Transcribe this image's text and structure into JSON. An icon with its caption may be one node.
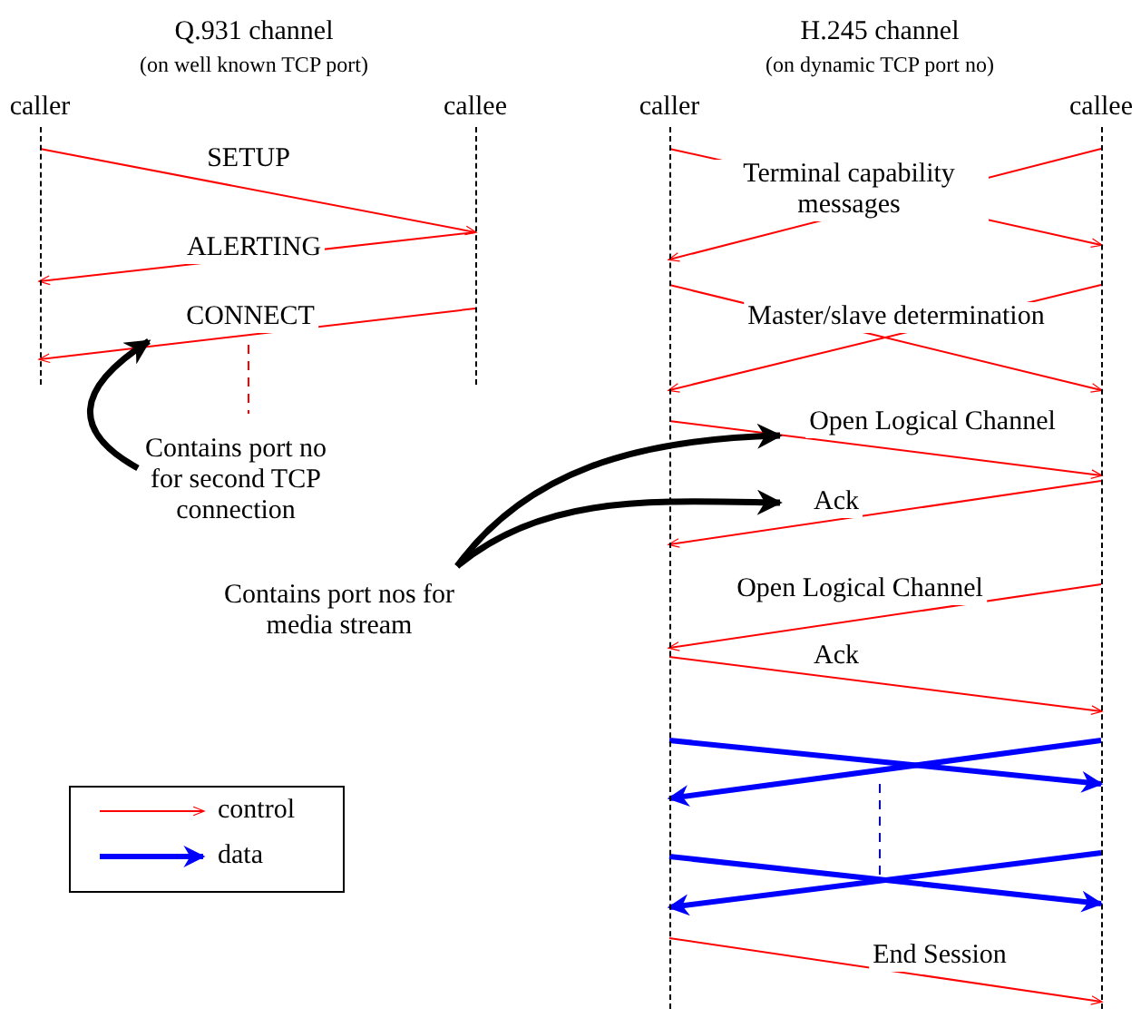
{
  "diagram": {
    "nodes": [
      {
        "text": [
          "caller"
        ]
      },
      {
        "text": [
          "callee"
        ]
      },
      {
        "text": [
          "caller"
        ]
      },
      {
        "text": [
          "callee"
        ]
      },
      {
        "text": [
          "Contains port no for second TCP connection"
        ]
      },
      {
        "text": [
          "Contains port nos for media stream"
        ]
      }
    ],
    "edges": [
      {
        "from": 0,
        "to": 1,
        "arrow": "to",
        "label": "SETUP"
      },
      {
        "from": 1,
        "to": 0,
        "arrow": "to",
        "label": "ALERTING"
      },
      {
        "from": 1,
        "to": 0,
        "arrow": "to",
        "label": "CONNECT"
      },
      {
        "from": 2,
        "to": 3,
        "arrow": "to",
        "label": "Terminal capability messages"
      },
      {
        "from": 3,
        "to": 2,
        "arrow": "to"
      },
      {
        "from": 2,
        "to": 3,
        "arrow": "to",
        "label": "Master/slave determination"
      },
      {
        "from": 3,
        "to": 2,
        "arrow": "to"
      },
      {
        "from": 2,
        "to": 3,
        "arrow": "to",
        "label": "Open Logical Channel"
      },
      {
        "from": 3,
        "to": 2,
        "arrow": "to",
        "label": "Ack"
      },
      {
        "from": 3,
        "to": 2,
        "arrow": "to",
        "label": "Open Logical Channel"
      },
      {
        "from": 2,
        "to": 3,
        "arrow": "to",
        "label": "Ack"
      },
      {
        "from": 2,
        "to": 3,
        "arrow": "to",
        "style": "thick",
        "color": "#0000ff"
      },
      {
        "from": 3,
        "to": 2,
        "arrow": "to",
        "style": "thick",
        "color": "#0000ff"
      },
      {
        "from": 2,
        "to": 3,
        "arrow": "to",
        "style": "thick",
        "color": "#0000ff"
      },
      {
        "from": 3,
        "to": 2,
        "arrow": "to",
        "style": "thick",
        "color": "#0000ff"
      },
      {
        "from": 2,
        "to": 3,
        "arrow": "to",
        "label": "End Session"
      },
      {
        "from": 4,
        "to": null,
        "arrow": "to",
        "style": "thick",
        "color": "#000000"
      },
      {
        "from": 5,
        "to": null,
        "arrow": "to",
        "style": "thick",
        "color": "#000000"
      },
      {
        "from": 5,
        "to": null,
        "arrow": "to",
        "style": "thick",
        "color": "#000000"
      }
    ],
    "labels": [
      "Q.931 channel",
      "(on well known TCP port)",
      "H.245 channel",
      "(on dynamic TCP port no)"
    ],
    "legend": [
      {
        "text": "control"
      },
      {
        "text": "data"
      }
    ]
  }
}
